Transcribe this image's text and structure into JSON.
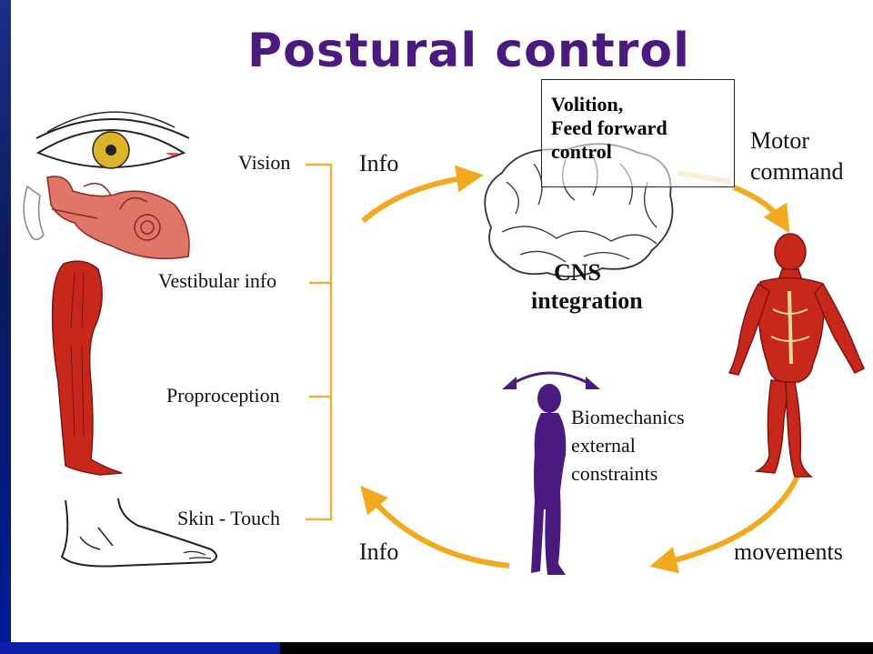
{
  "title": "Postural control",
  "inputs": [
    "Vision",
    "Vestibular info",
    "Proproception",
    "Skin - Touch"
  ],
  "arrows": {
    "info_top": "Info",
    "info_bottom": "Info",
    "motor_command": "Motor\ncommand",
    "movements": "movements"
  },
  "brain": {
    "box_text": "Volition,\nFeed forward\ncontrol",
    "cns_line1": "CNS",
    "cns_line2": "integration"
  },
  "body": {
    "biomechanics": "Biomechanics\nexternal\nconstraints"
  },
  "colors": {
    "title": "#4b1a7e",
    "arrow": "#f2a91e",
    "bracket": "#e8b23a",
    "muscle": "#c8281c",
    "silhouette": "#4b1a7e"
  },
  "icons": [
    "eye-icon",
    "ear-icon",
    "leg-muscle-icon",
    "foot-icon",
    "brain-icon",
    "human-muscle-figure-icon",
    "standing-person-icon",
    "sway-arrow-icon"
  ]
}
